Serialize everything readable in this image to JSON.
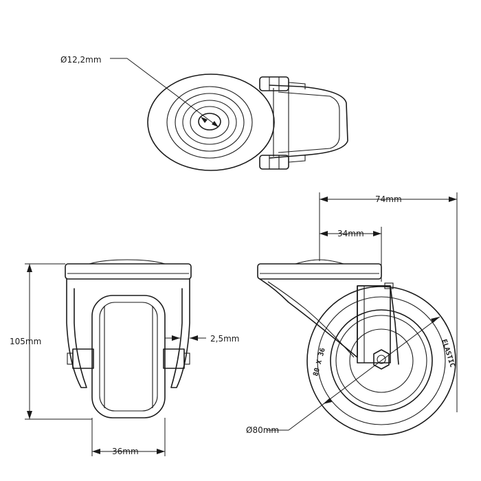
{
  "dimensions": {
    "bolt_hole": "Ø12,2mm",
    "overall_length": "74mm",
    "offset": "34mm",
    "height": "105mm",
    "bracket_thickness": "2,5mm",
    "wheel_width": "36mm",
    "wheel_diameter": "Ø80mm"
  },
  "wheel_markings": {
    "size": "80 X 36",
    "brand": "ELASTIC"
  },
  "colors": {
    "line": "#1a1a1a",
    "background": "#ffffff"
  }
}
